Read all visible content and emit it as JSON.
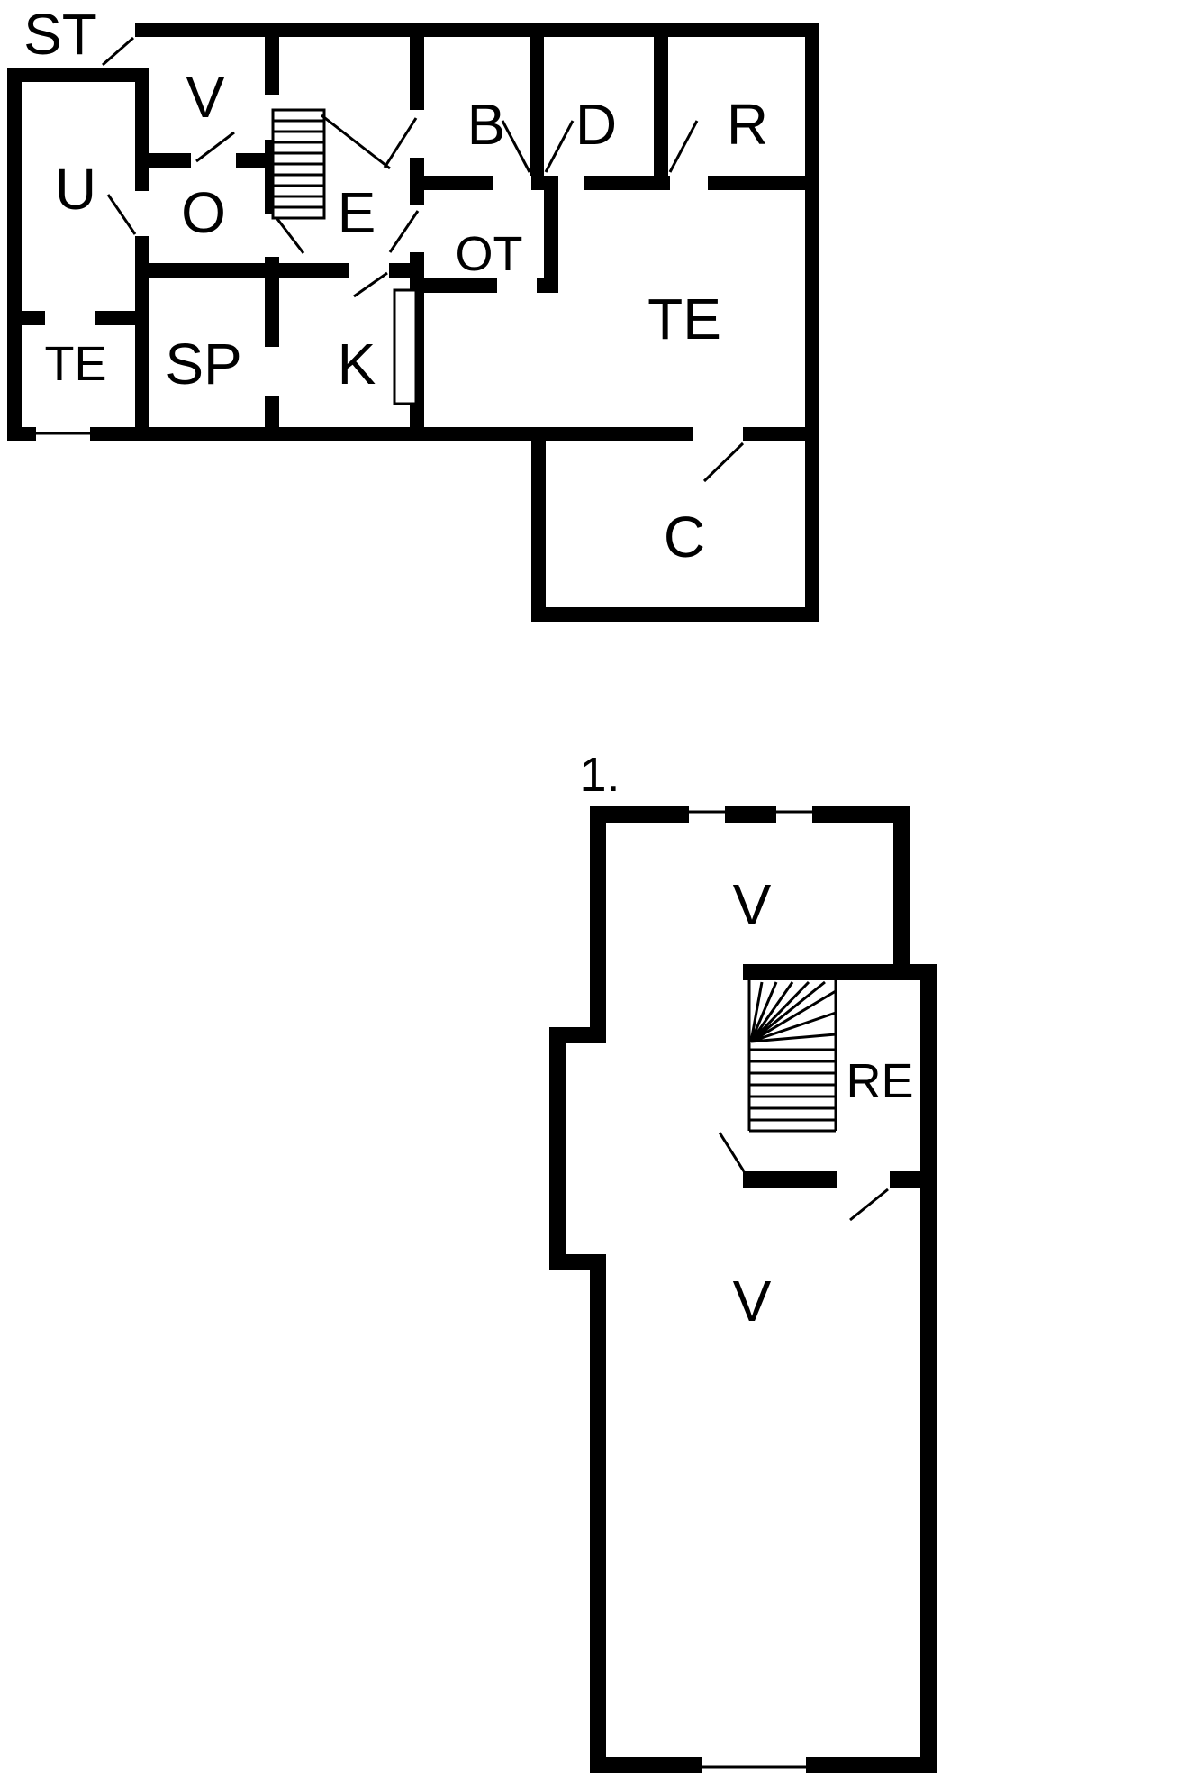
{
  "document": {
    "type": "floor-plan",
    "floors": 2
  },
  "colors": {
    "wall": "#000000",
    "background": "#ffffff",
    "line": "#000000"
  },
  "ground_floor": {
    "entrance_label": "ST",
    "rooms": {
      "v": "V",
      "u": "U",
      "o": "O",
      "e": "E",
      "b": "B",
      "d": "D",
      "r": "R",
      "ot": "OT",
      "te": "TE",
      "te2": "TE",
      "sp": "SP",
      "k": "K",
      "c": "C"
    }
  },
  "first_floor": {
    "level_label": "1.",
    "rooms": {
      "v_top": "V",
      "re": "RE",
      "v_bottom": "V"
    }
  }
}
